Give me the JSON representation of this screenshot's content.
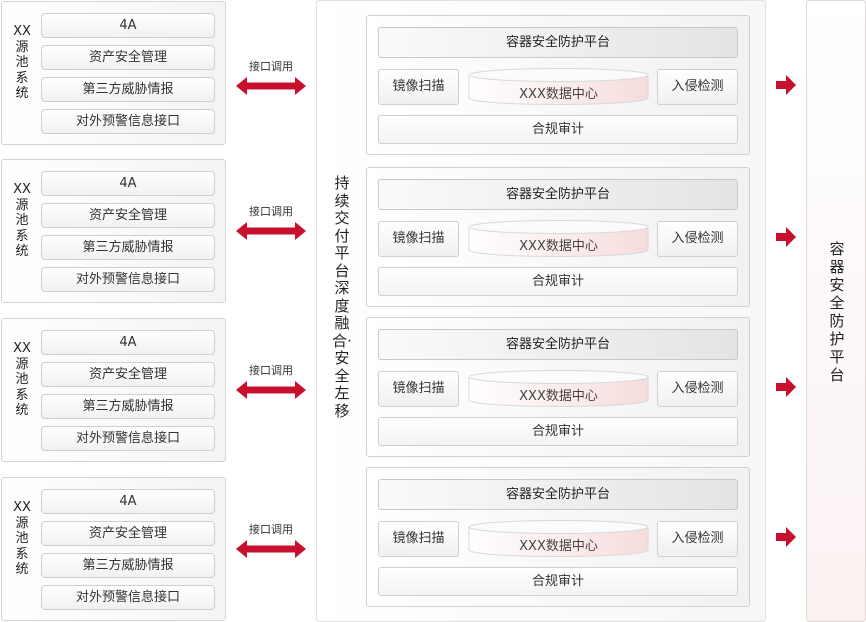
{
  "sources": [
    {
      "title": "XX源池系统",
      "items": [
        "4A",
        "资产安全管理",
        "第三方威胁情报",
        "对外预警信息接口"
      ],
      "interface_label": "接口调用"
    },
    {
      "title": "XX源池系统",
      "items": [
        "4A",
        "资产安全管理",
        "第三方威胁情报",
        "对外预警信息接口"
      ],
      "interface_label": "接口调用"
    },
    {
      "title": "XX源池系统",
      "items": [
        "4A",
        "资产安全管理",
        "第三方威胁情报",
        "对外预警信息接口"
      ],
      "interface_label": "接口调用"
    },
    {
      "title": "XX源池系统",
      "items": [
        "4A",
        "资产安全管理",
        "第三方威胁情报",
        "对外预警信息接口"
      ],
      "interface_label": "接口调用"
    }
  ],
  "middle": {
    "title": "持续交付平台深度融合·安全左移",
    "platforms": [
      {
        "title": "容器安全防护平台",
        "left_module": "镜像扫描",
        "center_module": "XXX数据中心",
        "right_module": "入侵检测",
        "bottom_module": "合规审计"
      },
      {
        "title": "容器安全防护平台",
        "left_module": "镜像扫描",
        "center_module": "XXX数据中心",
        "right_module": "入侵检测",
        "bottom_module": "合规审计"
      },
      {
        "title": "容器安全防护平台",
        "left_module": "镜像扫描",
        "center_module": "XXX数据中心",
        "right_module": "入侵检测",
        "bottom_module": "合规审计"
      },
      {
        "title": "容器安全防护平台",
        "left_module": "镜像扫描",
        "center_module": "XXX数据中心",
        "right_module": "入侵检测",
        "bottom_module": "合规审计"
      }
    ]
  },
  "right": {
    "title": "容器安全防护平台"
  },
  "colors": {
    "accent": "#c8102e",
    "panel_border": "#d4d4d4"
  }
}
